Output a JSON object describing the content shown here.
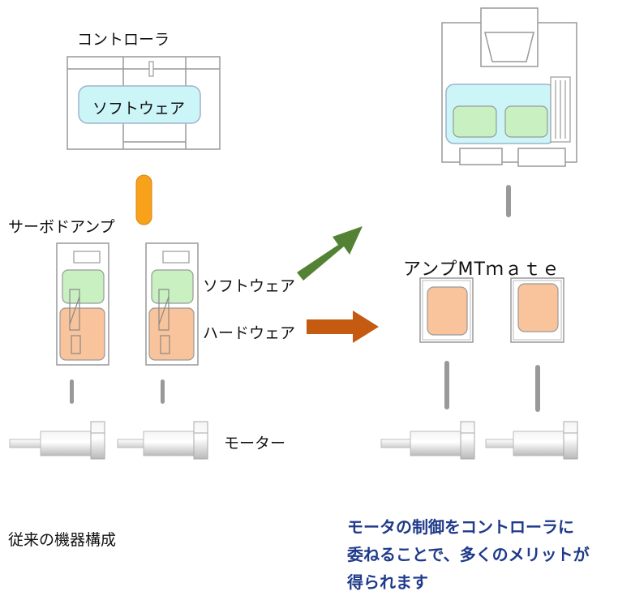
{
  "left": {
    "controller_label": "コントローラ",
    "software_label": "ソフトウェア",
    "servo_amp_label": "サーボドアンプ",
    "software_side_label": "ソフトウェア",
    "hardware_side_label": "ハードウェア",
    "motor_label": "モーター",
    "caption": "従来の機器構成"
  },
  "right": {
    "amp_label": "アンプMTｍａｔｅ",
    "caption_lines": [
      "モータの制御をコントローラに",
      "委ねることで、多くのメリットが",
      "得られます"
    ]
  },
  "colors": {
    "software": "#ccf5f8",
    "green_block": "#c8f0c0",
    "orange_block": "#f9c49b",
    "connector_orange": "#f7a21a",
    "arrow_green": "#548235",
    "arrow_orange": "#c55a11",
    "caption_blue": "#1f3a8a"
  }
}
